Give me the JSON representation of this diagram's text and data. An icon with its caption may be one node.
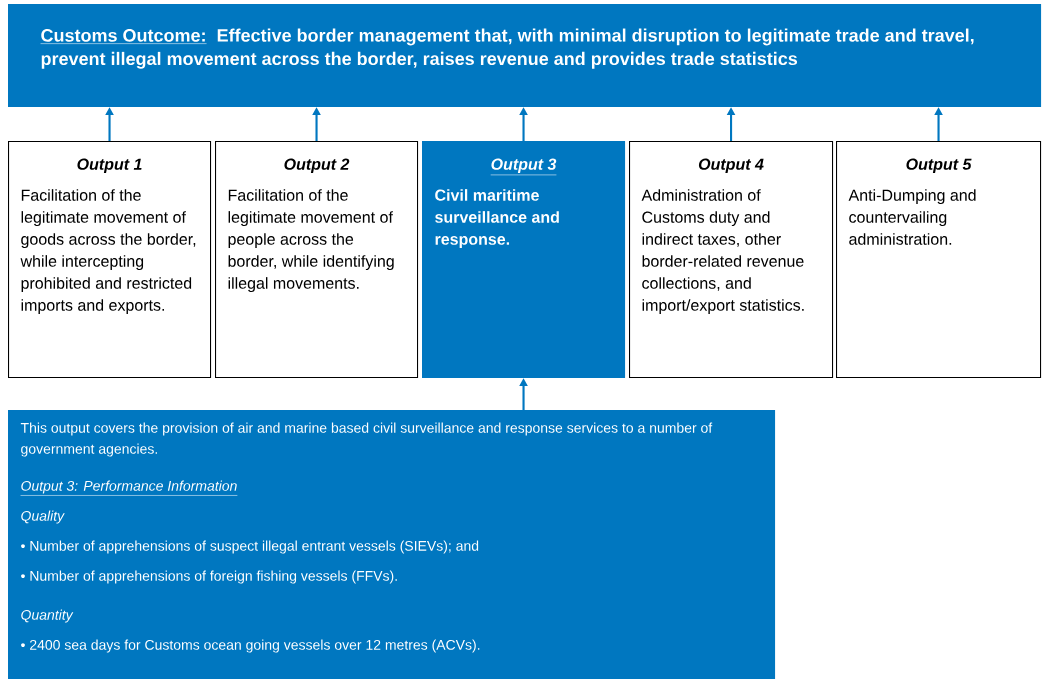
{
  "diagram": {
    "nodes": [
      {
        "text": [
          "Customs Outcome:",
          "Effective border management that, with minimal disruption to legitimate trade and travel, prevent illegal movement across the border, raises revenue and provides trade statistics"
        ]
      },
      {
        "text": [
          "Output 1",
          "Facilitation of the legitimate movement of goods across the border, while intercepting prohibited and restricted imports and exports."
        ]
      },
      {
        "text": [
          "Output 2",
          "Facilitation of the legitimate movement of people across the border, while identifying illegal movements."
        ]
      },
      {
        "text": [
          "Output 3",
          "Civil maritime surveillance and response."
        ]
      },
      {
        "text": [
          "Output 4",
          "Administration of Customs duty and indirect taxes, other border-related revenue collections, and import/export statistics."
        ]
      },
      {
        "text": [
          "Output 5",
          "Anti-Dumping and countervailing administration."
        ]
      },
      {
        "text": [
          "This output covers the provision of air and marine based civil surveillance and response services to a number of government agencies.",
          "Output 3: Performance Information",
          "Quality",
          "• Number of apprehensions of suspect illegal entrant vessels (SIEVs); and",
          "• Number of apprehensions of foreign fishing vessels (FFVs).",
          "Quantity",
          "• 2400 sea days for Customs ocean going vessels over 12 metres (ACVs)."
        ]
      }
    ],
    "edges": [
      {
        "from": 1,
        "to": 0,
        "arrow": "to"
      },
      {
        "from": 2,
        "to": 0,
        "arrow": "to"
      },
      {
        "from": 3,
        "to": 0,
        "arrow": "to"
      },
      {
        "from": 4,
        "to": 0,
        "arrow": "to"
      },
      {
        "from": 5,
        "to": 0,
        "arrow": "to"
      },
      {
        "from": 6,
        "to": 3,
        "arrow": "to"
      }
    ]
  }
}
